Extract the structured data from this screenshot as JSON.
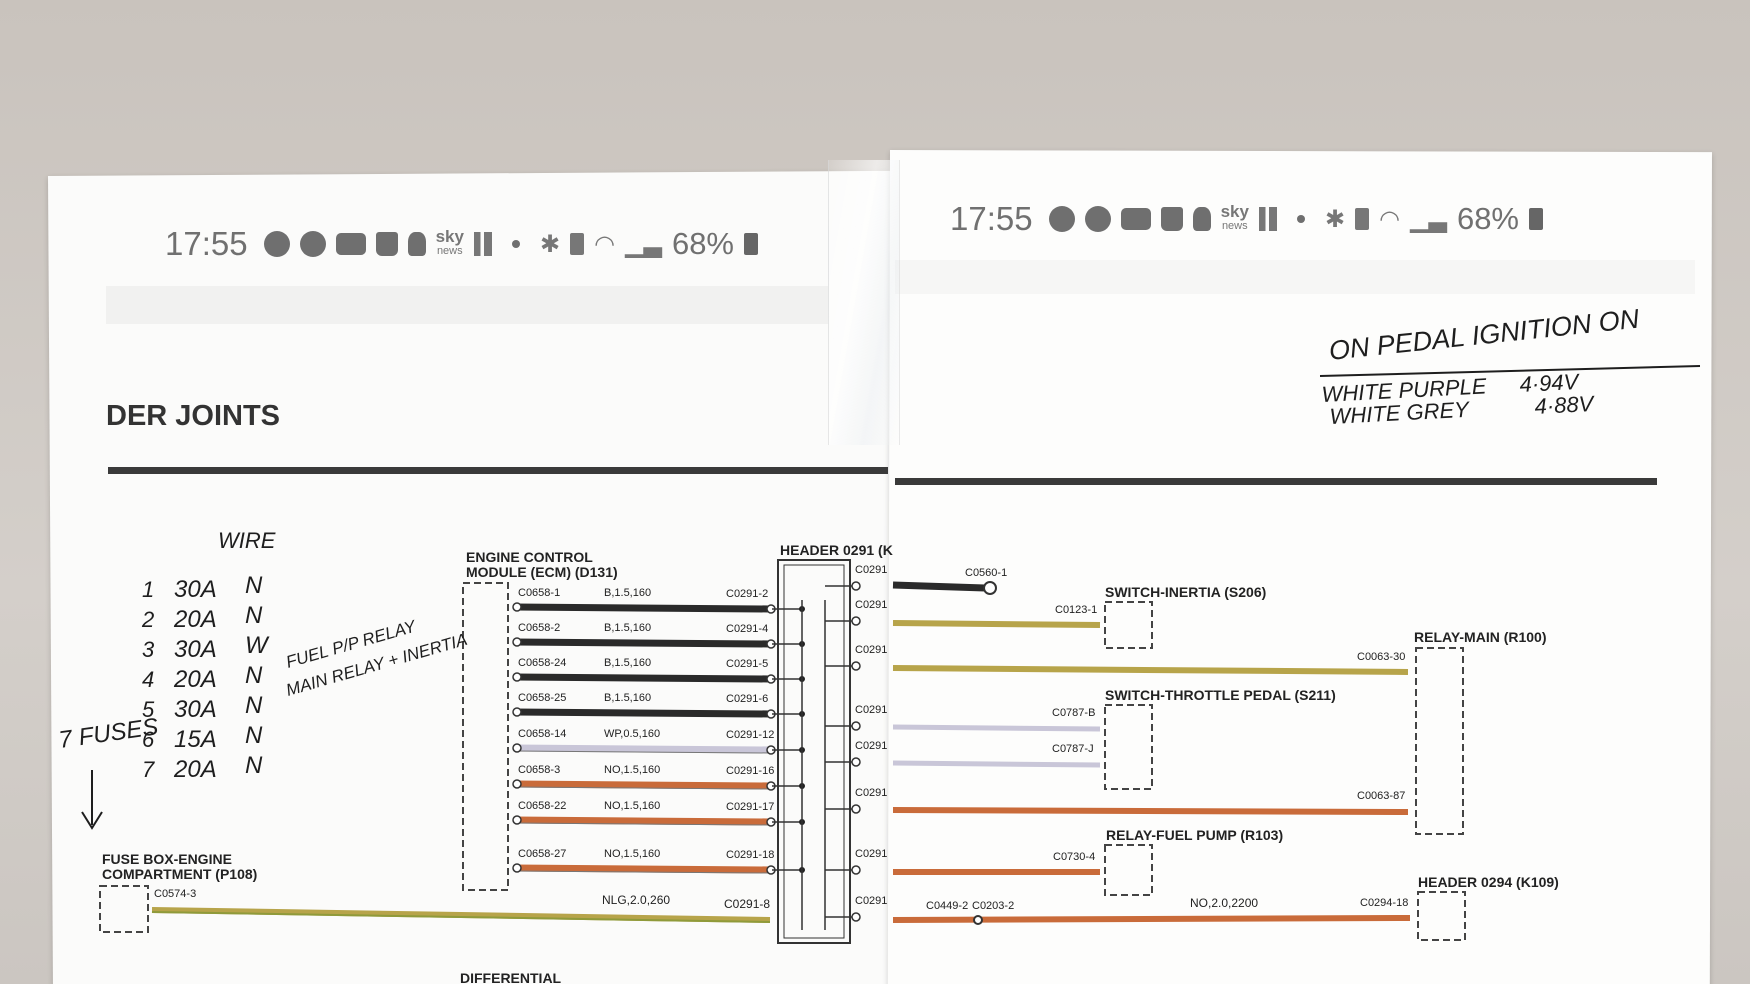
{
  "status_bar": {
    "time": "17:55",
    "battery": "68%",
    "sky_label": "sky",
    "sky_sub": "news",
    "icons": [
      "spotify-icon",
      "messenger-icon",
      "youtube-icon",
      "shopping-bag-icon",
      "person-icon",
      "sky-news-icon",
      "vibrate-icon",
      "dot-icon",
      "bluetooth-icon",
      "battery-saver-icon",
      "wifi-icon",
      "signal-icon",
      "battery-icon"
    ]
  },
  "page_title": "DER JOINTS",
  "handwritten": {
    "wire_heading": "WIRE",
    "fuses_label": "7 FUSES",
    "fuses": [
      {
        "n": "1",
        "amps": "30A",
        "wire": "N"
      },
      {
        "n": "2",
        "amps": "20A",
        "wire": "N"
      },
      {
        "n": "3",
        "amps": "30A",
        "wire": "W"
      },
      {
        "n": "4",
        "amps": "20A",
        "wire": "N"
      },
      {
        "n": "5",
        "amps": "30A",
        "wire": "N"
      },
      {
        "n": "6",
        "amps": "15A",
        "wire": "N"
      },
      {
        "n": "7",
        "amps": "20A",
        "wire": "N"
      }
    ],
    "note_fuel": "FUEL P/P RELAY",
    "note_main": "MAIN RELAY + INERTIA",
    "right_heading": "ON PEDAL   IGNITION ON",
    "reading1_label": "WHITE PURPLE",
    "reading1_value": "4·94V",
    "reading2_label": "WHITE GREY",
    "reading2_value": "4·88V"
  },
  "diagram": {
    "ecm_label_1": "ENGINE CONTROL",
    "ecm_label_2": "MODULE (ECM) (D131)",
    "header_0291": "HEADER 0291 (K",
    "fuse_box_1": "FUSE BOX-ENGINE",
    "fuse_box_2": "COMPARTMENT (P108)",
    "fuse_conn": "C0574-3",
    "differential": "DIFFERENTIAL",
    "ecm_pins": [
      {
        "pin": "C0658-1",
        "spec": "B,1.5,160",
        "hdr": "C0291-2",
        "color": "#2a2a2a"
      },
      {
        "pin": "C0658-2",
        "spec": "B,1.5,160",
        "hdr": "C0291-4",
        "color": "#2a2a2a"
      },
      {
        "pin": "C0658-24",
        "spec": "B,1.5,160",
        "hdr": "C0291-5",
        "color": "#2a2a2a"
      },
      {
        "pin": "C0658-25",
        "spec": "B,1.5,160",
        "hdr": "C0291-6",
        "color": "#2a2a2a"
      },
      {
        "pin": "C0658-14",
        "spec": "WP,0.5,160",
        "hdr": "C0291-12",
        "color": "#c9c6d8"
      },
      {
        "pin": "C0658-3",
        "spec": "NO,1.5,160",
        "hdr": "C0291-16",
        "color": "#c96b3a"
      },
      {
        "pin": "C0658-22",
        "spec": "NO,1.5,160",
        "hdr": "C0291-17",
        "color": "#c96b3a"
      },
      {
        "pin": "C0658-27",
        "spec": "NO,1.5,160",
        "hdr": "C0291-18",
        "color": "#c96b3a"
      }
    ],
    "fuse_wire": {
      "spec": "NLG,2.0,260",
      "hdr": "C0291-8"
    },
    "right_header_pins": [
      "C0291",
      "C0291",
      "C0291",
      "C0291",
      "C0291",
      "C0291",
      "C0291",
      "C0291"
    ],
    "ground": "C0560-1",
    "switch_inertia": "SWITCH-INERTIA (S206)",
    "switch_inertia_conn": "C0123-1",
    "relay_main": "RELAY-MAIN (R100)",
    "relay_main_conn_1": "C0063-30",
    "relay_main_conn_2": "C0063-87",
    "switch_throttle": "SWITCH-THROTTLE PEDAL (S211)",
    "throttle_conn_1": "C0787-B",
    "throttle_conn_2": "C0787-J",
    "relay_fuel": "RELAY-FUEL PUMP (R103)",
    "relay_fuel_conn": "C0730-4",
    "header_0294": "HEADER 0294 (K109)",
    "splice_1": "C0449-2",
    "splice_2": "C0203-2",
    "wire_bottom": "NO,2.0,2200",
    "header_0294_conn": "C0294-18"
  },
  "colors": {
    "black_wire": "#2a2a2a",
    "orange_wire": "#c96b3a",
    "olive_wire": "#b7a44a",
    "lilac_wire": "#c9c6d8",
    "ink": "#1e1e1e"
  }
}
